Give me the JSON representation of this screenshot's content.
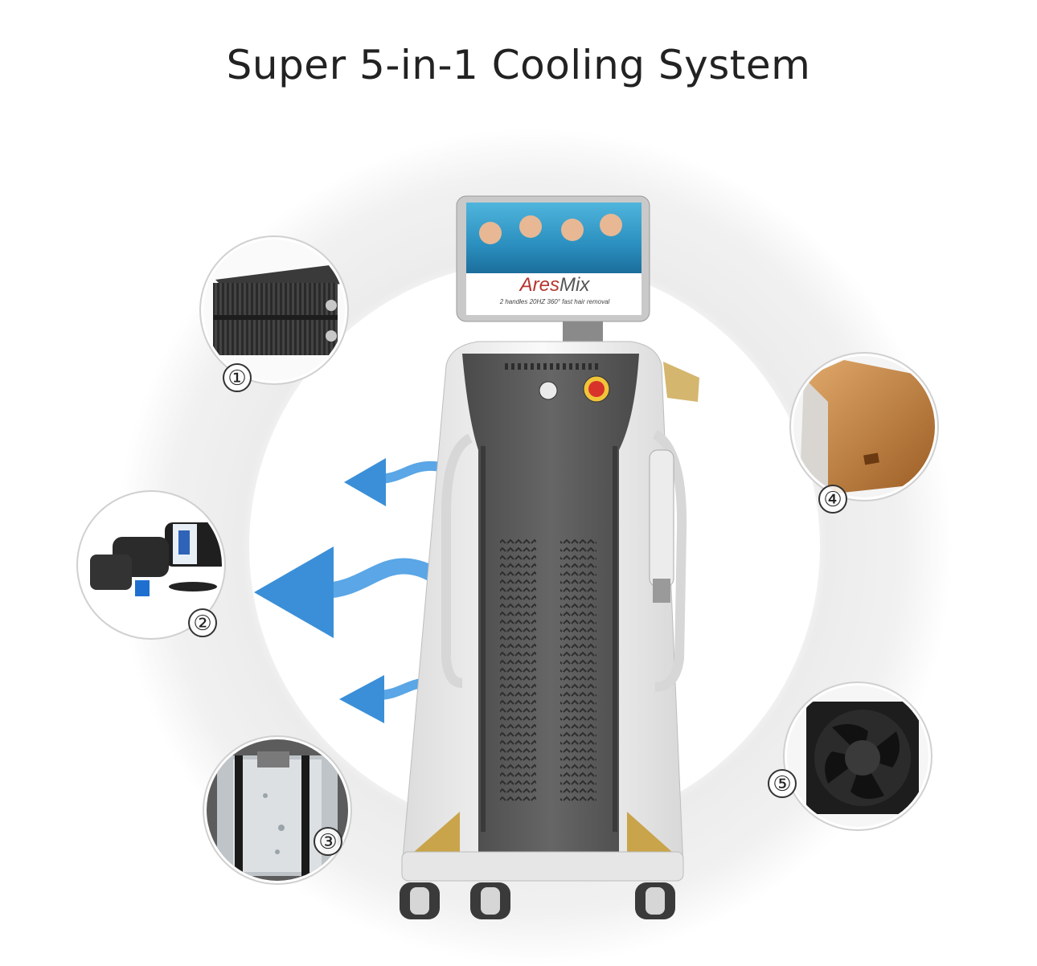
{
  "title": "Super 5-in-1 Cooling System",
  "device": {
    "brand_part1": "Ares",
    "brand_part2": "Mix",
    "tagline": "2 handles 20HZ 360° fast hair removal"
  },
  "components": [
    {
      "number": "①",
      "icon": "heat-exchanger-radiator"
    },
    {
      "number": "②",
      "icon": "water-pump"
    },
    {
      "number": "③",
      "icon": "water-tank"
    },
    {
      "number": "④",
      "icon": "copper-heat-sink"
    },
    {
      "number": "⑤",
      "icon": "cooling-fan"
    }
  ],
  "colors": {
    "arrow": "#3b8fd8",
    "body_dark": "#5a5a5a",
    "shell": "#f2f2f2",
    "accent_gold": "#c9a44a",
    "emergency": "#d8332a"
  }
}
